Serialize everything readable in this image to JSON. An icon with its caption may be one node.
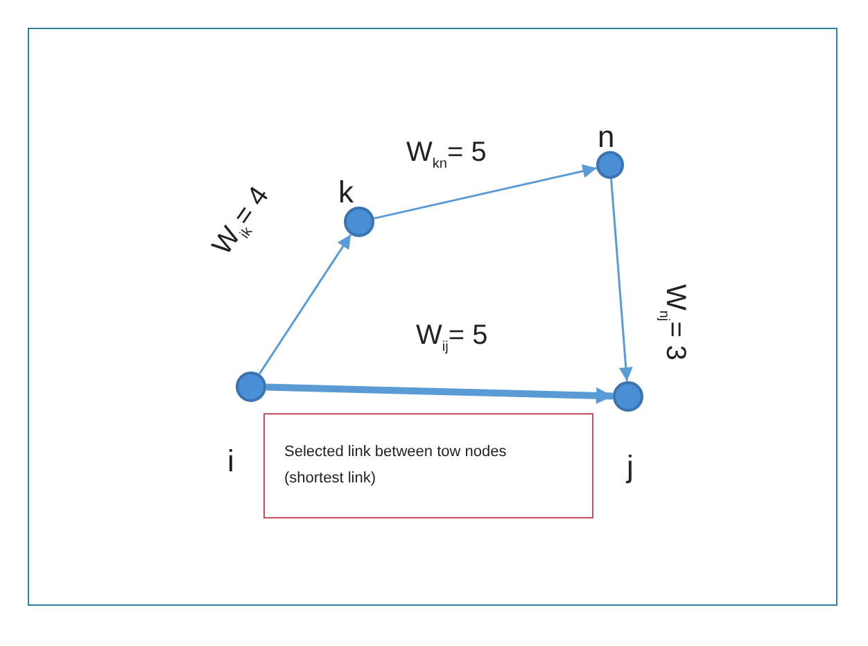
{
  "diagram": {
    "nodes": [
      {
        "text": [],
        "shape": "circle",
        "beside": [
          "i"
        ]
      },
      {
        "text": [],
        "shape": "circle",
        "beside": [
          "k"
        ]
      },
      {
        "text": [],
        "shape": "circle",
        "beside": [
          "n"
        ]
      },
      {
        "text": [],
        "shape": "circle",
        "beside": [
          "j"
        ]
      },
      {
        "text": [
          "Selected link between tow nodes (shortest link)"
        ]
      }
    ],
    "edges": [
      {
        "from": 0,
        "to": 1,
        "arrow": "to",
        "label": "W$_{ik}$= 4"
      },
      {
        "from": 1,
        "to": 2,
        "arrow": "to",
        "label": "W$_{kn}$= 5"
      },
      {
        "from": 2,
        "to": 3,
        "arrow": "to",
        "label": "W$_{nj}$= 3"
      },
      {
        "from": 0,
        "to": 3,
        "arrow": "to",
        "label": "W$_{ij}$= 5",
        "style": "thick"
      }
    ]
  }
}
